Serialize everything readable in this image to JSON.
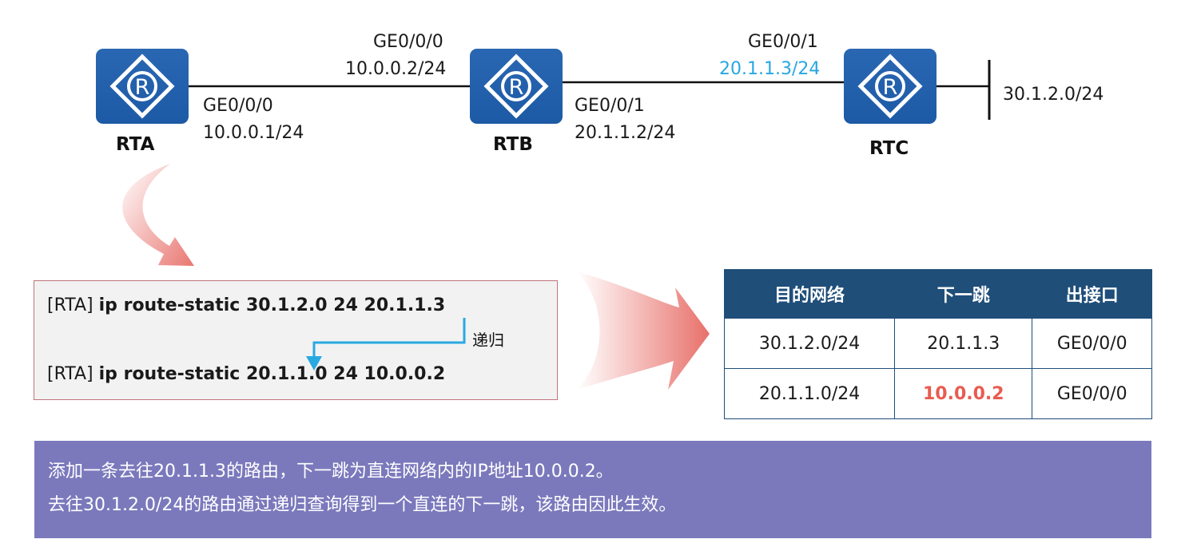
{
  "routers": [
    {
      "name": "RTA"
    },
    {
      "name": "RTB"
    },
    {
      "name": "RTC"
    }
  ],
  "links": {
    "rta_if": "GE0/0/0",
    "rta_ip": "10.0.0.1/24",
    "rtb_left_if": "GE0/0/0",
    "rtb_left_ip": "10.0.0.2/24",
    "rtb_right_if": "GE0/0/1",
    "rtb_right_ip": "20.1.1.2/24",
    "rtc_if": "GE0/0/1",
    "rtc_ip": "20.1.1.3/24",
    "rtc_network": "30.1.2.0/24"
  },
  "commands": [
    {
      "prompt": "[RTA]",
      "cmd": "ip route-static 30.1.2.0 24 20.1.1.3"
    },
    {
      "prompt": "[RTA]",
      "cmd": "ip route-static 20.1.1.0 24 10.0.0.2"
    }
  ],
  "recursion_label": "递归",
  "route_table": {
    "headers": [
      "目的网络",
      "下一跳",
      "出接口"
    ],
    "rows": [
      [
        "30.1.2.0/24",
        "20.1.1.3",
        "GE0/0/0"
      ],
      [
        "20.1.1.0/24",
        "10.0.0.2",
        "GE0/0/0"
      ]
    ]
  },
  "notes": [
    "添加一条去往20.1.1.3的路由，下一跳为直连网络内的IP地址10.0.0.2。",
    "去往30.1.2.0/24的路由通过递归查询得到一个直连的下一跳，该路由因此生效。"
  ],
  "colors": {
    "router_blue": "#1d5aa6",
    "highlight_ip": "#27a7e0",
    "next_hop_red": "#e85c50",
    "table_header": "#1f4e79",
    "note_bg": "#7b79bc",
    "arrow_red": "#e8706a",
    "recursion_arrow": "#29a9e1"
  }
}
